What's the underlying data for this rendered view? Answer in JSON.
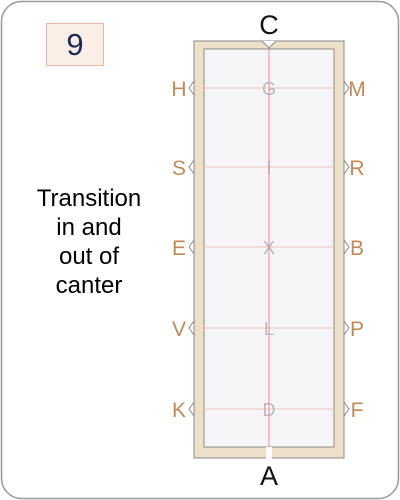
{
  "card": {
    "number": "9",
    "description_lines": [
      "Transition",
      "in and",
      "out of",
      "canter"
    ]
  },
  "arena": {
    "markers_top": "C",
    "markers_bottom": "A",
    "markers_left": [
      "H",
      "S",
      "E",
      "V",
      "K"
    ],
    "markers_right": [
      "M",
      "R",
      "B",
      "P",
      "F"
    ],
    "markers_center": [
      "G",
      "I",
      "X",
      "L",
      "D"
    ],
    "colors": {
      "fence": "#ece0c9",
      "fence_border": "#8a8a8a",
      "surface": "#f5f5f7",
      "center_line": "#e88a8a",
      "cross_lines": "#f3c4c4",
      "outside_letters": "#c08a5a",
      "center_letters": "#b8b8b8"
    }
  }
}
